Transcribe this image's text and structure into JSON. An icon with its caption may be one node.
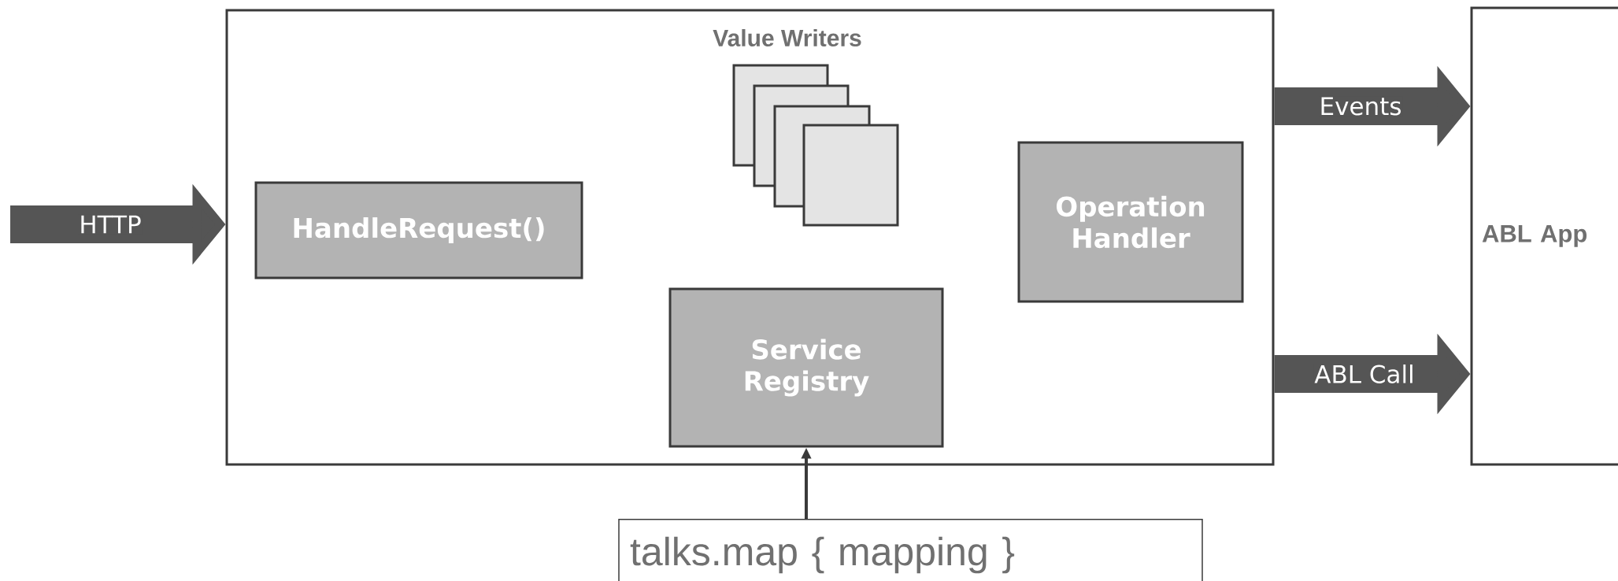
{
  "diagram": {
    "nodes": [
      {
        "text": [],
        "shape": "box"
      },
      {
        "text": [
          "HandleRequest()"
        ],
        "in": 0
      },
      {
        "text": [],
        "shape": "box",
        "in": 0
      },
      {
        "text": [],
        "shape": "box",
        "in": 0
      },
      {
        "text": [],
        "shape": "box",
        "in": 0
      },
      {
        "text": [],
        "shape": "box",
        "in": 0
      },
      {
        "text": [
          "Operation Handler"
        ],
        "in": 0
      },
      {
        "text": [
          "Service Registry"
        ],
        "in": 0
      },
      {
        "text": [
          "ABL App"
        ]
      },
      {
        "text": [
          "talks.map { mapping }"
        ]
      }
    ],
    "edges": [
      {
        "from": null,
        "to": 0,
        "arrow": "to",
        "label": "HTTP"
      },
      {
        "from": 0,
        "to": 8,
        "arrow": "to",
        "label": "Events"
      },
      {
        "from": 0,
        "to": 8,
        "arrow": "to",
        "label": "ABL Call"
      },
      {
        "from": 9,
        "to": 7,
        "arrow": "to"
      }
    ],
    "labels": [
      "Value Writers"
    ]
  }
}
